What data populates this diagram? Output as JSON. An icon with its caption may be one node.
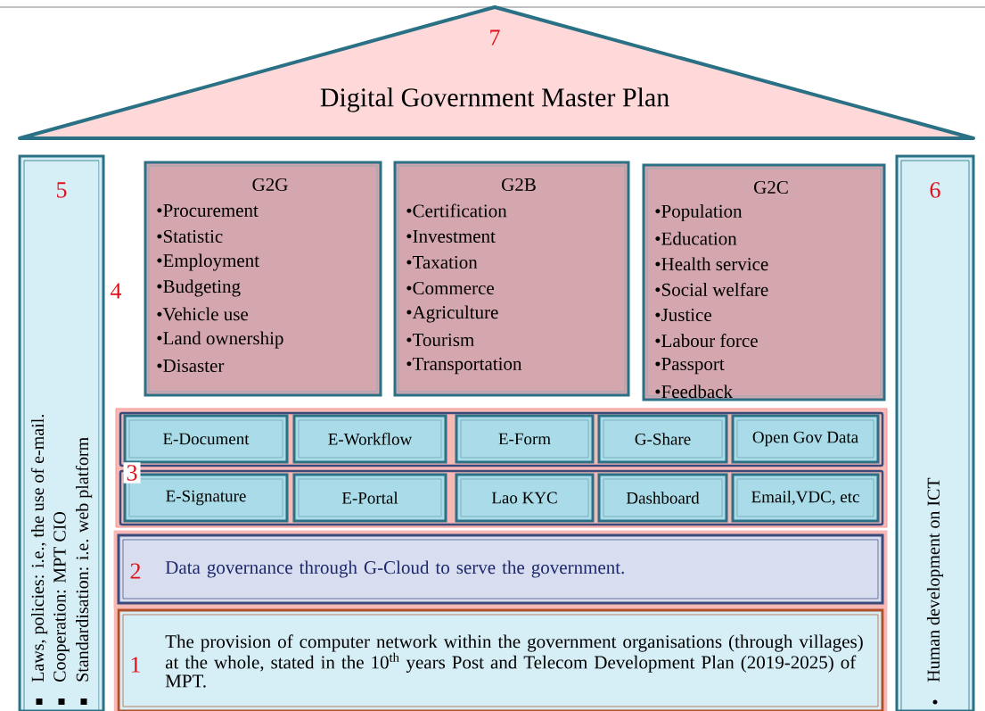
{
  "diagram": {
    "nodes": [
      {
        "text": [
          "7",
          "Digital Government Master Plan"
        ]
      },
      {
        "text": [
          "5",
          "Laws, policies: i.e., the use of e-mail.",
          "Cooperation: MPT CIO",
          "Standardisation: i.e. web platform"
        ]
      },
      {
        "text": [
          "6",
          "Human development on ICT"
        ]
      },
      {
        "text": [
          "G2G",
          "•Procurement",
          "•Statistic",
          "•Employment",
          "•Budgeting",
          "•Vehicle use",
          "•Land ownership",
          "•Disaster"
        ]
      },
      {
        "text": [
          "G2B",
          "•Certification",
          "•Investment",
          "•Taxation",
          "•Commerce",
          "•Agriculture",
          "•Tourism",
          "•Transportation"
        ]
      },
      {
        "text": [
          "G2C",
          "•Population",
          "•Education",
          "•Health service",
          "•Social welfare",
          "•Justice",
          "•Labour force",
          "•Passport",
          "•Feedback"
        ]
      },
      {
        "text": [
          "3"
        ]
      },
      {
        "text": [
          "E-Document"
        ],
        "in": 6
      },
      {
        "text": [
          "E-Workflow"
        ],
        "in": 6
      },
      {
        "text": [
          "E-Form"
        ],
        "in": 6
      },
      {
        "text": [
          "G-Share"
        ],
        "in": 6
      },
      {
        "text": [
          "Open Gov Data"
        ],
        "in": 6
      },
      {
        "text": [
          "E-Signature"
        ],
        "in": 6
      },
      {
        "text": [
          "E-Portal"
        ],
        "in": 6
      },
      {
        "text": [
          "Lao KYC"
        ],
        "in": 6
      },
      {
        "text": [
          "Dashboard"
        ],
        "in": 6
      },
      {
        "text": [
          "Email,VDC, etc"
        ],
        "in": 6
      },
      {
        "text": [
          "2",
          "Data governance through G-Cloud to serve the government."
        ]
      },
      {
        "text": [
          "1",
          "The provision of computer network within the government organisations (through villages) at the whole, stated in the 10$^{th}$ years Post and Telecom Development Plan (2019-2025) of MPT."
        ]
      }
    ],
    "labels": [
      "4"
    ]
  }
}
